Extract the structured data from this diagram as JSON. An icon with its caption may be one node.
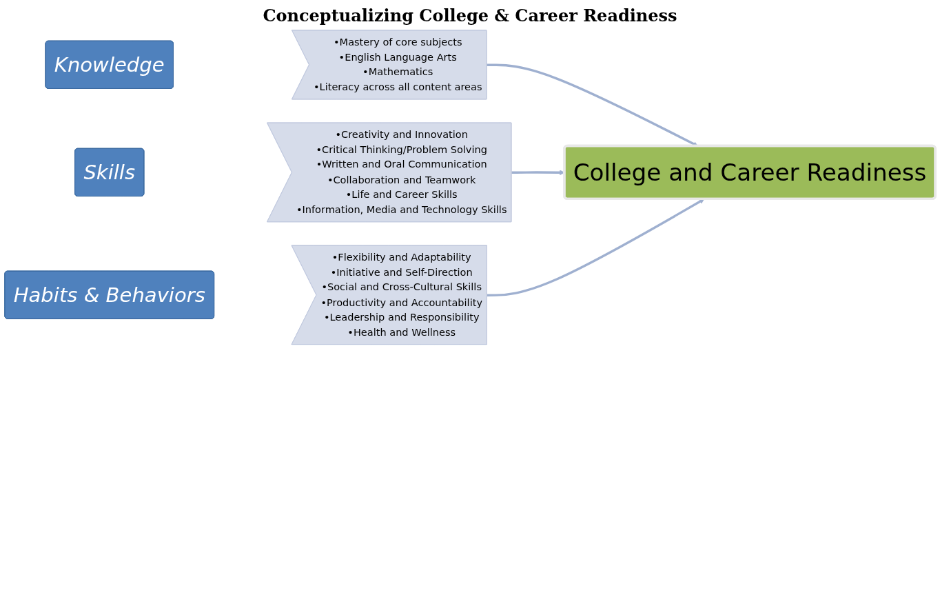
{
  "diagram": {
    "title": "Conceptualizing College & Career Readiness",
    "nodes": [
      {
        "text": [
          "Knowledge"
        ]
      },
      {
        "text": [
          "•Mastery of core subjects",
          "•English Language Arts",
          "•Mathematics",
          "•Literacy across all content areas"
        ]
      },
      {
        "text": [
          "Skills"
        ]
      },
      {
        "text": [
          "•Creativity and Innovation",
          "•Critical Thinking/Problem Solving",
          "•Written and Oral Communication",
          "•Collaboration and Teamwork",
          "•Life and Career Skills",
          "•Information, Media and Technology Skills"
        ]
      },
      {
        "text": [
          "Habits & Behaviors"
        ]
      },
      {
        "text": [
          "•Flexibility and Adaptability",
          "•Initiative and Self-Direction",
          "•Social and Cross-Cultural Skills",
          "•Productivity and Accountability",
          "•Leadership and Responsibility",
          "•Health and Wellness"
        ]
      },
      {
        "text": [
          "College and Career Readiness"
        ]
      }
    ],
    "edges": [
      {
        "from": 1,
        "to": 6,
        "arrow": "to"
      },
      {
        "from": 3,
        "to": 6,
        "arrow": "to"
      },
      {
        "from": 5,
        "to": 6,
        "arrow": "to"
      }
    ]
  }
}
